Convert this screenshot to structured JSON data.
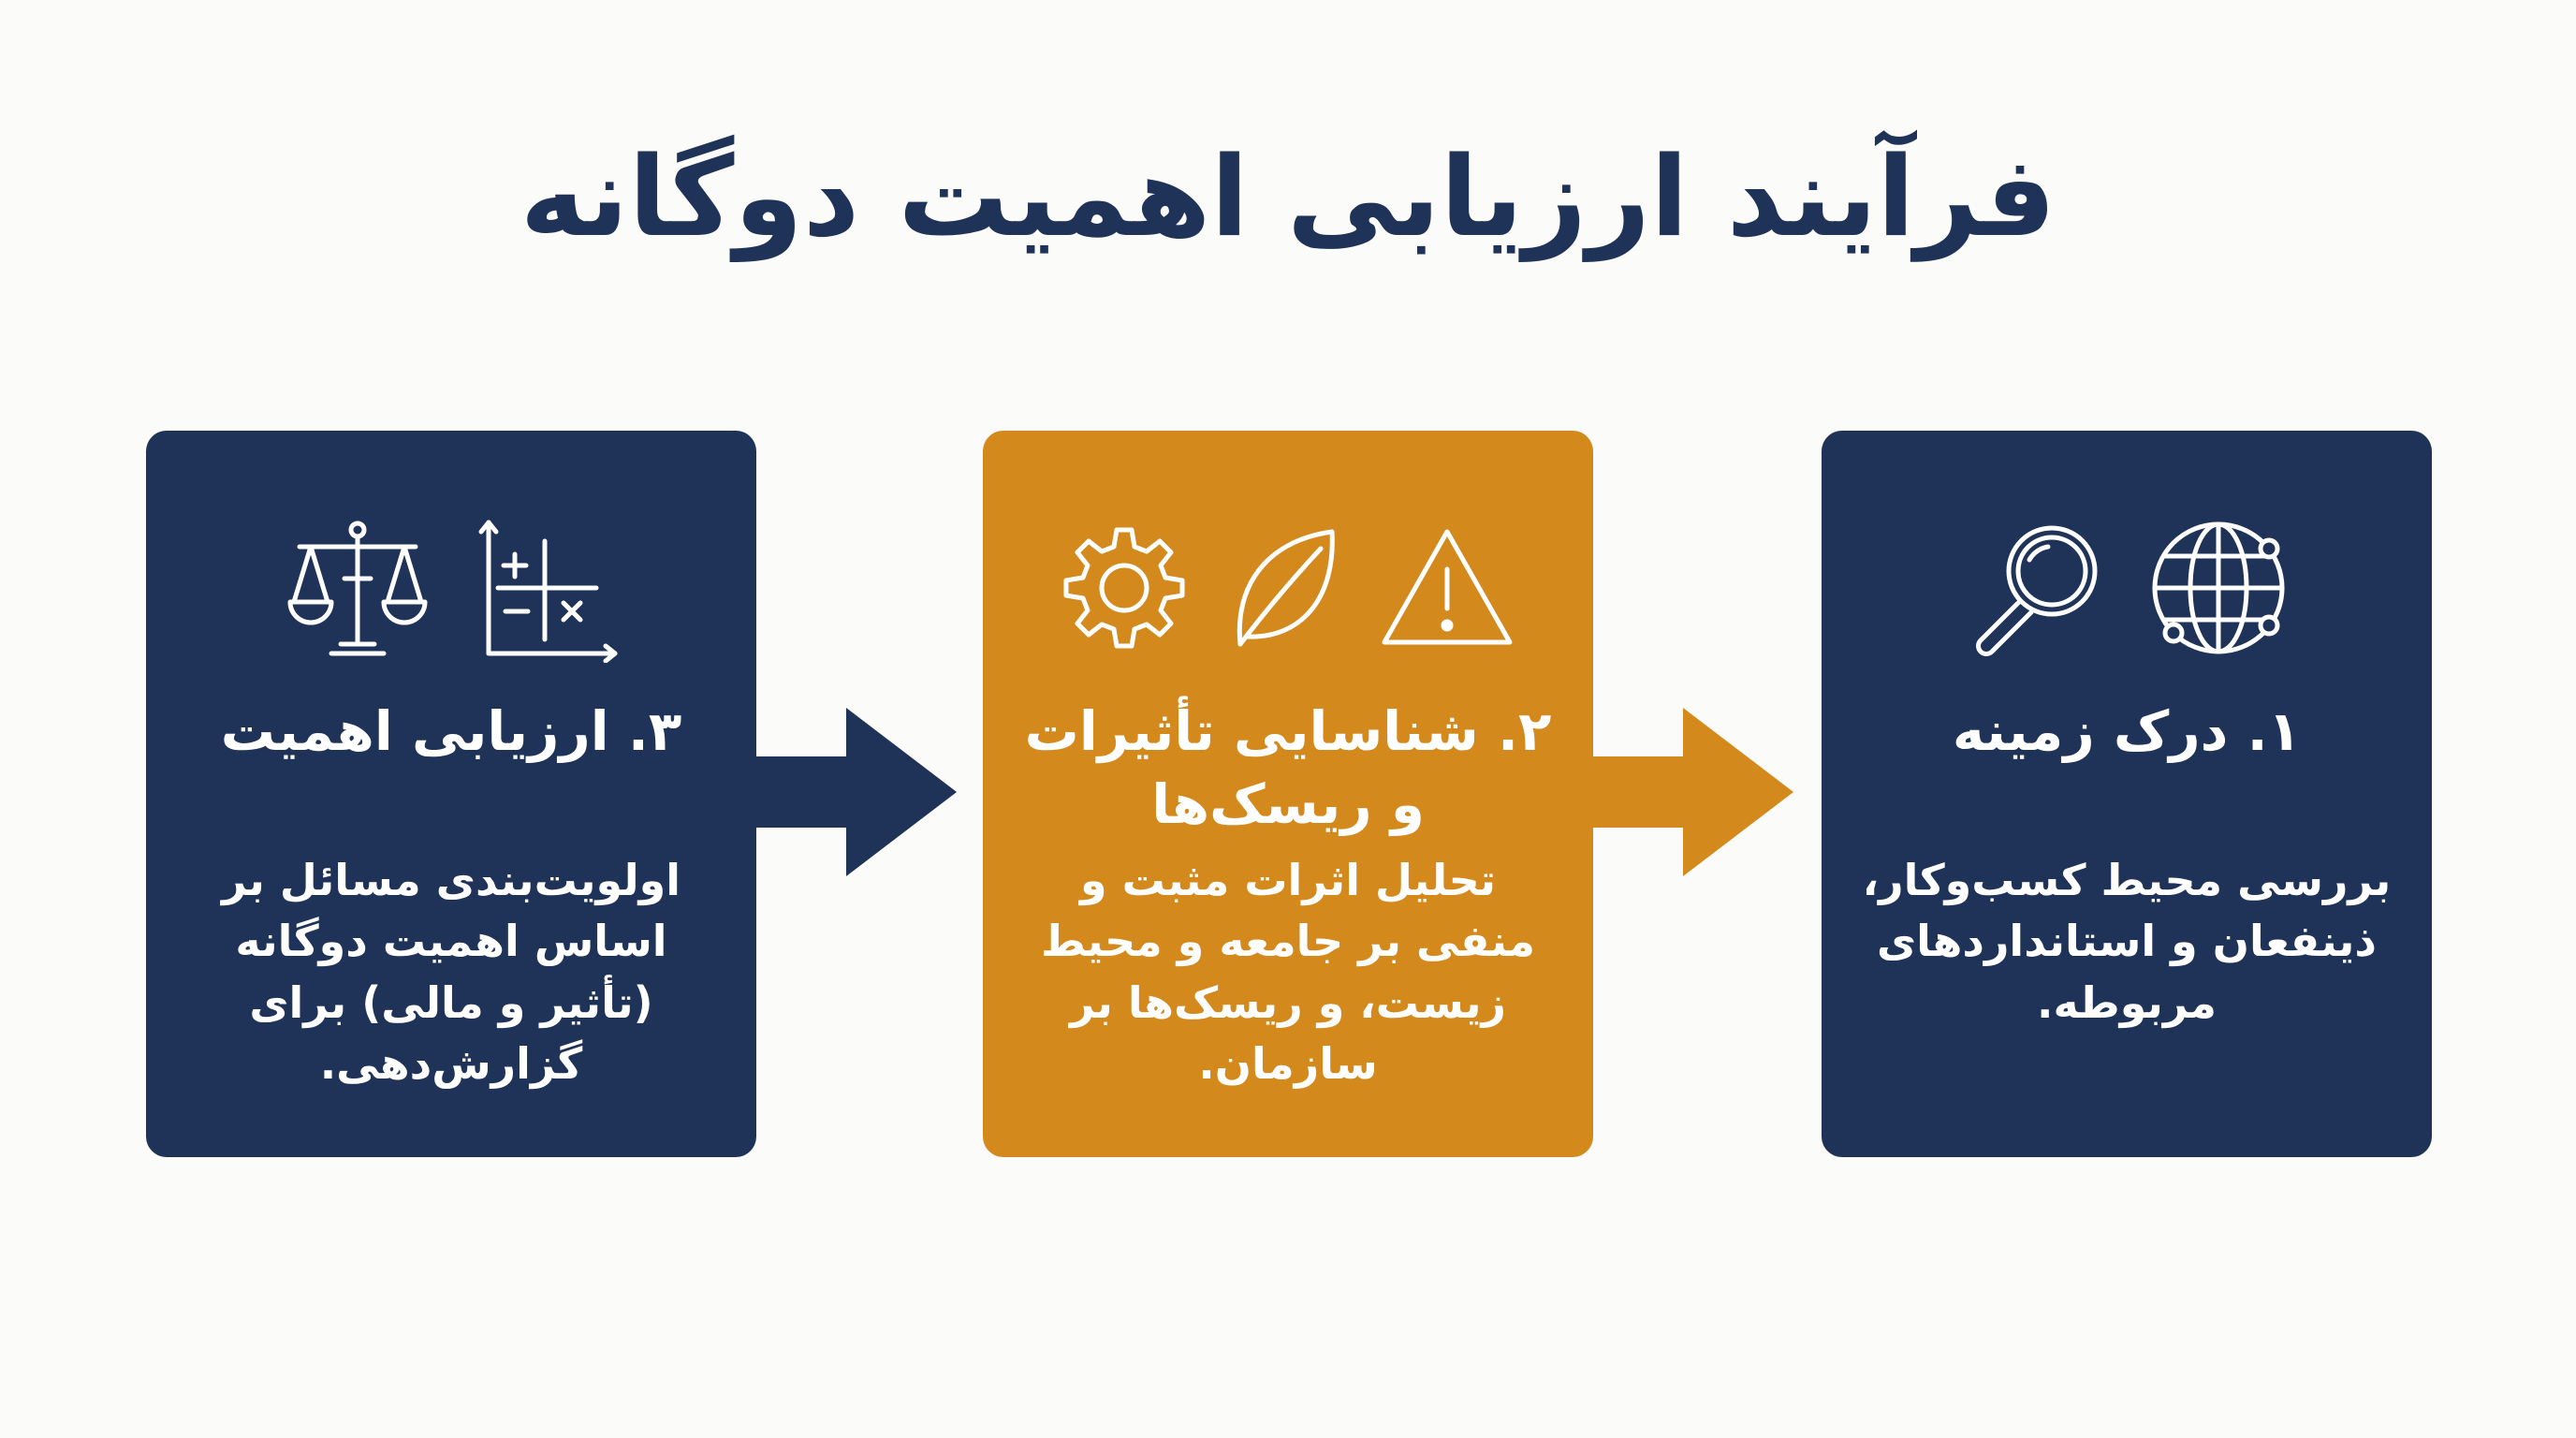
{
  "title": "فرآیند ارزیابی اهمیت دوگانه",
  "steps": [
    {
      "title": "۱. درک زمینه",
      "text": "بررسی محیط کسب‌وکار، ذینفعان و استانداردهای مربوطه.",
      "icons": [
        "magnifier-icon",
        "globe-network-icon"
      ],
      "color": "#1f3257"
    },
    {
      "title": "۲. شناسایی تأثیرات و ریسک‌ها",
      "text": "تحلیل اثرات مثبت و منفی بر جامعه و محیط زیست، و ریسک‌ها بر سازمان.",
      "icons": [
        "gear-icon",
        "leaf-icon",
        "warning-icon"
      ],
      "color": "#d4891d"
    },
    {
      "title": "۳. ارزیابی اهمیت",
      "text": "اولویت‌بندی مسائل بر اساس اهمیت دوگانه (تأثیر و مالی) برای گزارش‌دهی.",
      "icons": [
        "scales-icon",
        "matrix-chart-icon"
      ],
      "color": "#1f3257"
    }
  ],
  "arrow_colors": [
    "#d4891d",
    "#1f3257"
  ]
}
